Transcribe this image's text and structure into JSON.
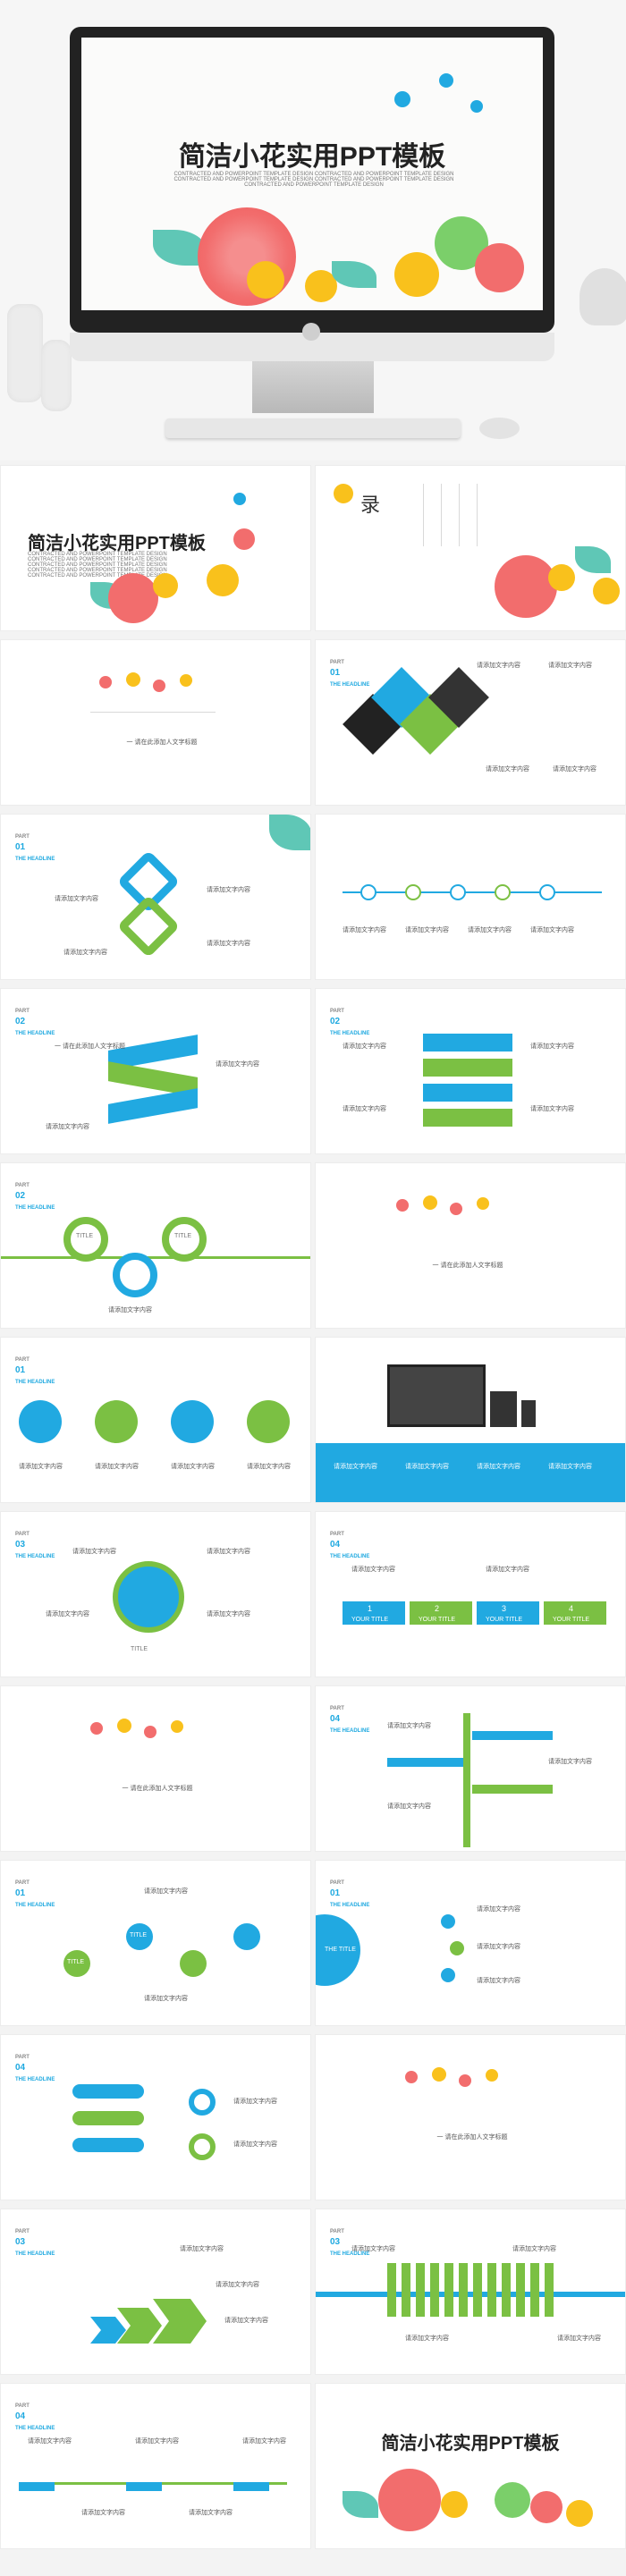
{
  "main_title": "简洁小花实用PPT模板",
  "hero_subtitle": "CONTRACTED AND POWERPOINT TEMPLATE DESIGN CONTRACTED AND POWERPOINT TEMPLATE DESIGN CONTRACTED AND POWERPOINT TEMPLATE DESIGN CONTRACTED AND POWERPOINT TEMPLATE DESIGN CONTRACTED AND POWERPOINT TEMPLATE DESIGN",
  "toc": {
    "label": "目录",
    "small": "录"
  },
  "part": "PART",
  "headline": "THE HEADLINE",
  "section_title": "一 请在此添加人文字标题",
  "placeholder": "请添加文字内容",
  "your_title": "YOUR TITLE",
  "title_word": "TITLE",
  "the_title": "THE TITLE",
  "numbers": {
    "p01": "01",
    "p02": "02",
    "p03": "03",
    "p04": "04",
    "n1": "1",
    "n2": "2",
    "n3": "3",
    "n4": "4"
  },
  "colors": {
    "blue": "#21a9e1",
    "green": "#7bc043",
    "pink": "#f26d6d",
    "yellow": "#f9c11c",
    "teal": "#5fc7b6",
    "red": "#c0392b"
  }
}
